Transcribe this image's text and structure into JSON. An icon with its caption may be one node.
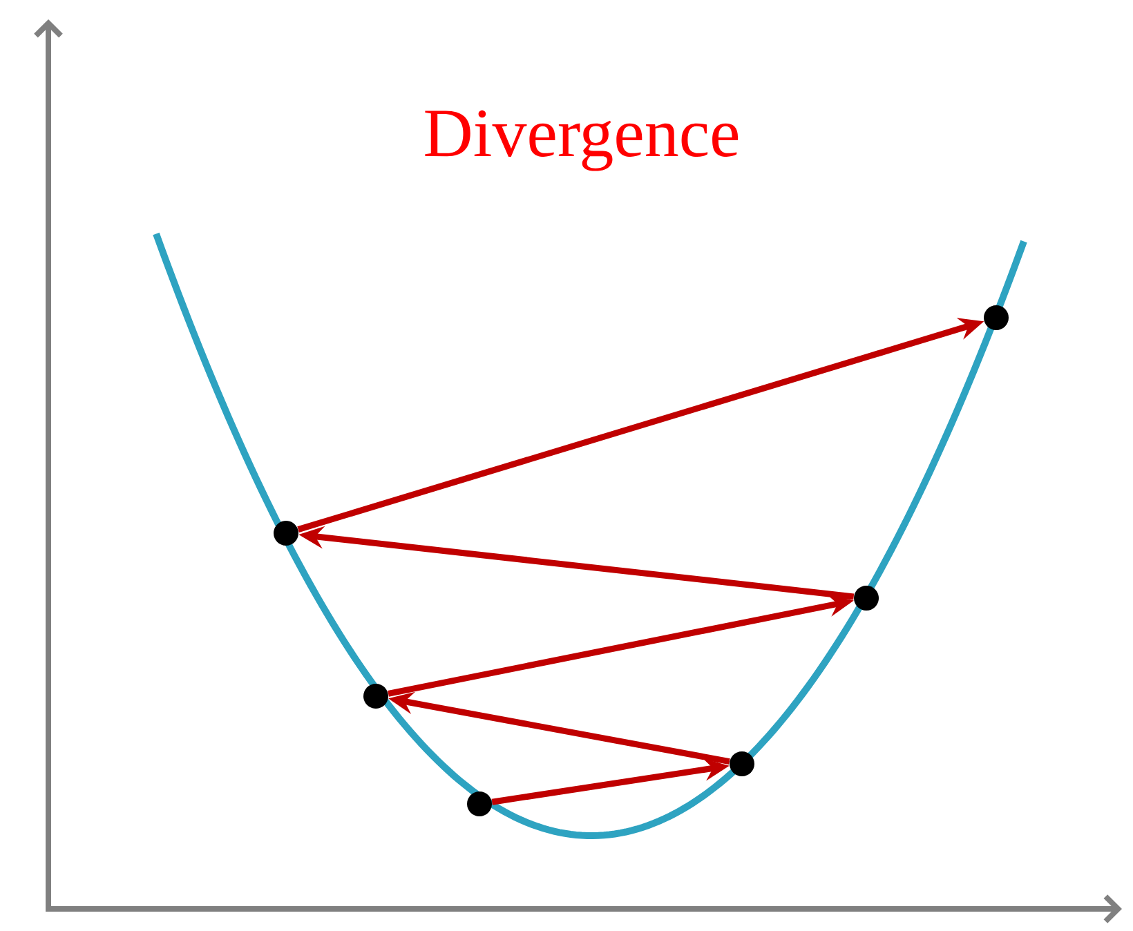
{
  "diagram": {
    "title": "Divergence",
    "nodes": [
      {
        "text": [],
        "shape": "circle"
      },
      {
        "text": [],
        "shape": "circle"
      },
      {
        "text": [],
        "shape": "circle"
      },
      {
        "text": [],
        "shape": "circle"
      },
      {
        "text": [],
        "shape": "circle"
      },
      {
        "text": [],
        "shape": "circle"
      }
    ],
    "edges": [
      {
        "from": 2,
        "to": 3,
        "arrow": "to"
      },
      {
        "from": 3,
        "to": 1,
        "arrow": "to"
      },
      {
        "from": 1,
        "to": 4,
        "arrow": "to"
      },
      {
        "from": 4,
        "to": 0,
        "arrow": "to"
      },
      {
        "from": 0,
        "to": 5,
        "arrow": "to"
      }
    ]
  }
}
